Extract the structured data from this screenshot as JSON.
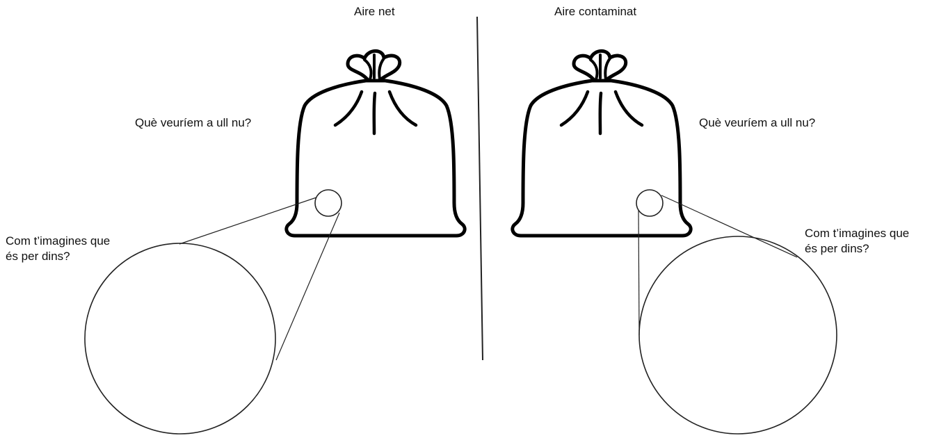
{
  "left_panel": {
    "title": "Aire net",
    "visible_question": "Què veuríem a ull nu?",
    "imagine_line1": "Com t’imagines que",
    "imagine_line2": "és per dins?"
  },
  "right_panel": {
    "title": "Aire contaminat",
    "visible_question": "Què veuríem a ull nu?",
    "imagine_line1": "Com t’imagines que",
    "imagine_line2": "és per dins?"
  }
}
